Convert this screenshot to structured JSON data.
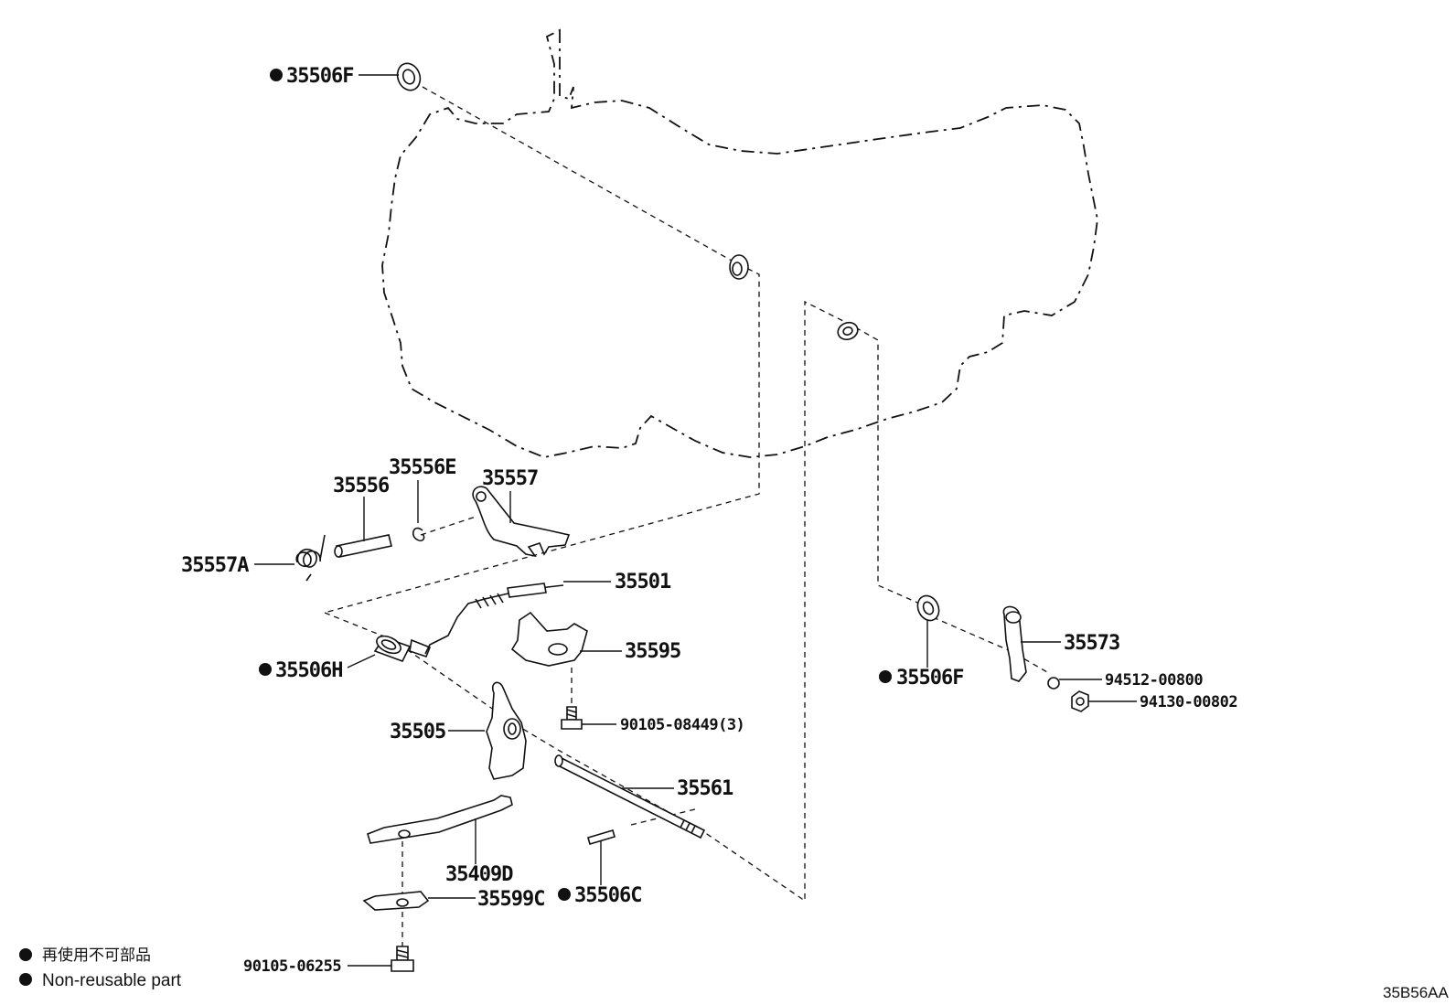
{
  "labels": {
    "p35506F_top": "35506F",
    "p35556E": "35556E",
    "p35556": "35556",
    "p35557": "35557",
    "p35557A": "35557A",
    "p35501": "35501",
    "p35595": "35595",
    "p35506H": "35506H",
    "p35505": "35505",
    "p90105_08449": "90105-08449(3)",
    "p35561": "35561",
    "p35409D": "35409D",
    "p35599C": "35599C",
    "p35506C": "35506C",
    "p90105_06255": "90105-06255",
    "p35573": "35573",
    "p35506F_right": "35506F",
    "p94512_00800": "94512-00800",
    "p94130_00802": "94130-00802"
  },
  "legend": {
    "japanese": "再使用不可部品",
    "english": "Non-reusable part"
  },
  "figure_code": "35B56AA",
  "non_reusable_marker": "filled-circle-icon"
}
